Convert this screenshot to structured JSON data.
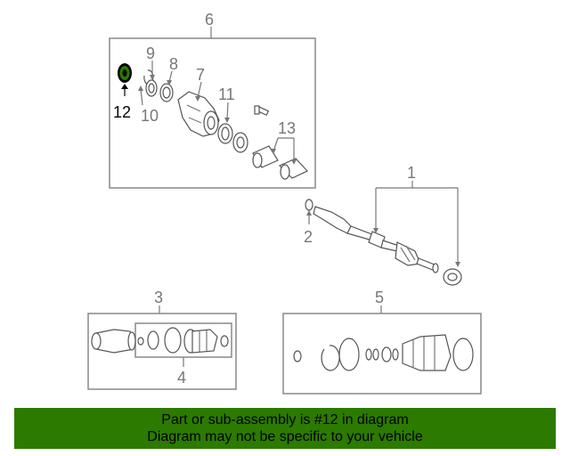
{
  "callouts": {
    "c1": "1",
    "c2": "2",
    "c3": "3",
    "c4": "4",
    "c5": "5",
    "c6": "6",
    "c7": "7",
    "c8": "8",
    "c9": "9",
    "c10": "10",
    "c11": "11",
    "c12": "12",
    "c13": "13"
  },
  "highlight": {
    "part": "12",
    "color": "#2c7a00"
  },
  "banner": {
    "line1": "Part or sub-assembly is #12 in diagram",
    "line2": "Diagram may not be specific to your vehicle",
    "background": "#2c7a00"
  }
}
